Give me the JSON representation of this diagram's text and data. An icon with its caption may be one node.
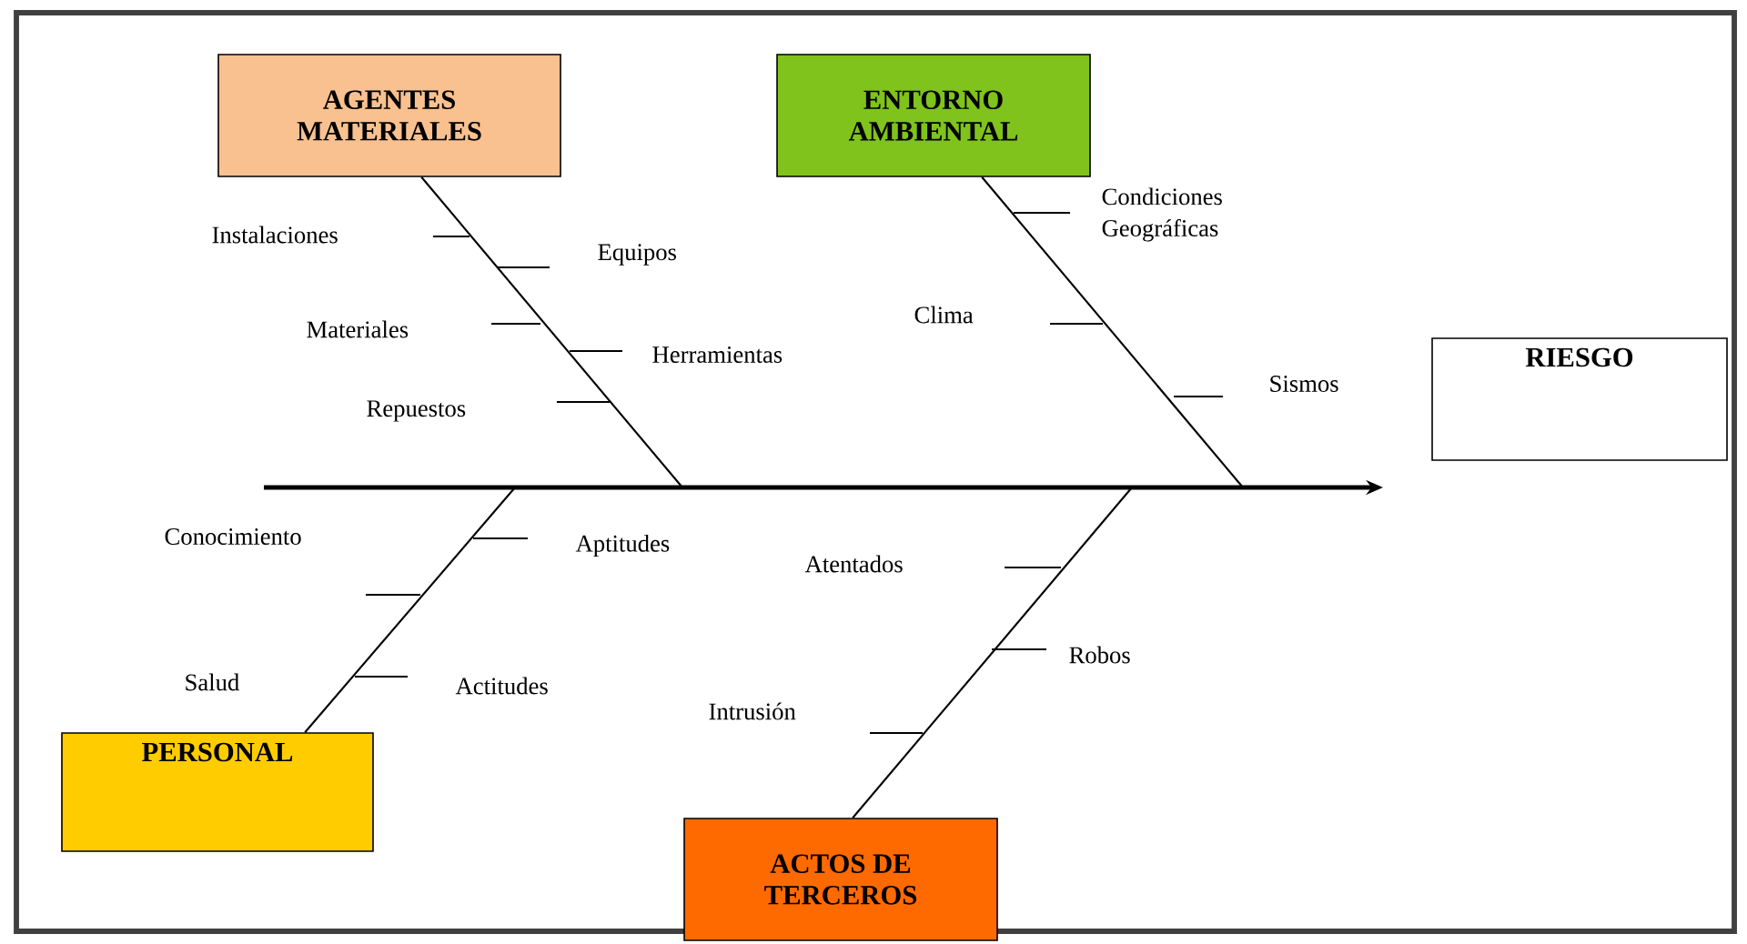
{
  "diagram": {
    "nodes": [
      {
        "text": [
          "AGENTES MATERIALES"
        ]
      },
      {
        "text": [
          "ENTORNO AMBIENTAL"
        ]
      },
      {
        "text": [
          "PERSONAL"
        ]
      },
      {
        "text": [
          "ACTOS DE TERCEROS"
        ]
      },
      {
        "text": [
          "RIESGO"
        ]
      }
    ],
    "edges": [
      {
        "from": 0,
        "to": null,
        "arrow": "none"
      },
      {
        "from": 1,
        "to": null,
        "arrow": "none"
      },
      {
        "from": 2,
        "to": null,
        "arrow": "none"
      },
      {
        "from": 3,
        "to": null,
        "arrow": "none"
      }
    ],
    "labels": [
      "Instalaciones",
      "Equipos",
      "Condiciones Geográficas",
      "Materiales",
      "Clima",
      "Herramientas",
      "Sismos",
      "Repuestos",
      "Conocimiento",
      "Aptitudes",
      "Atentados",
      "Salud",
      "Robos",
      "Actitudes",
      "Intrusión"
    ]
  }
}
